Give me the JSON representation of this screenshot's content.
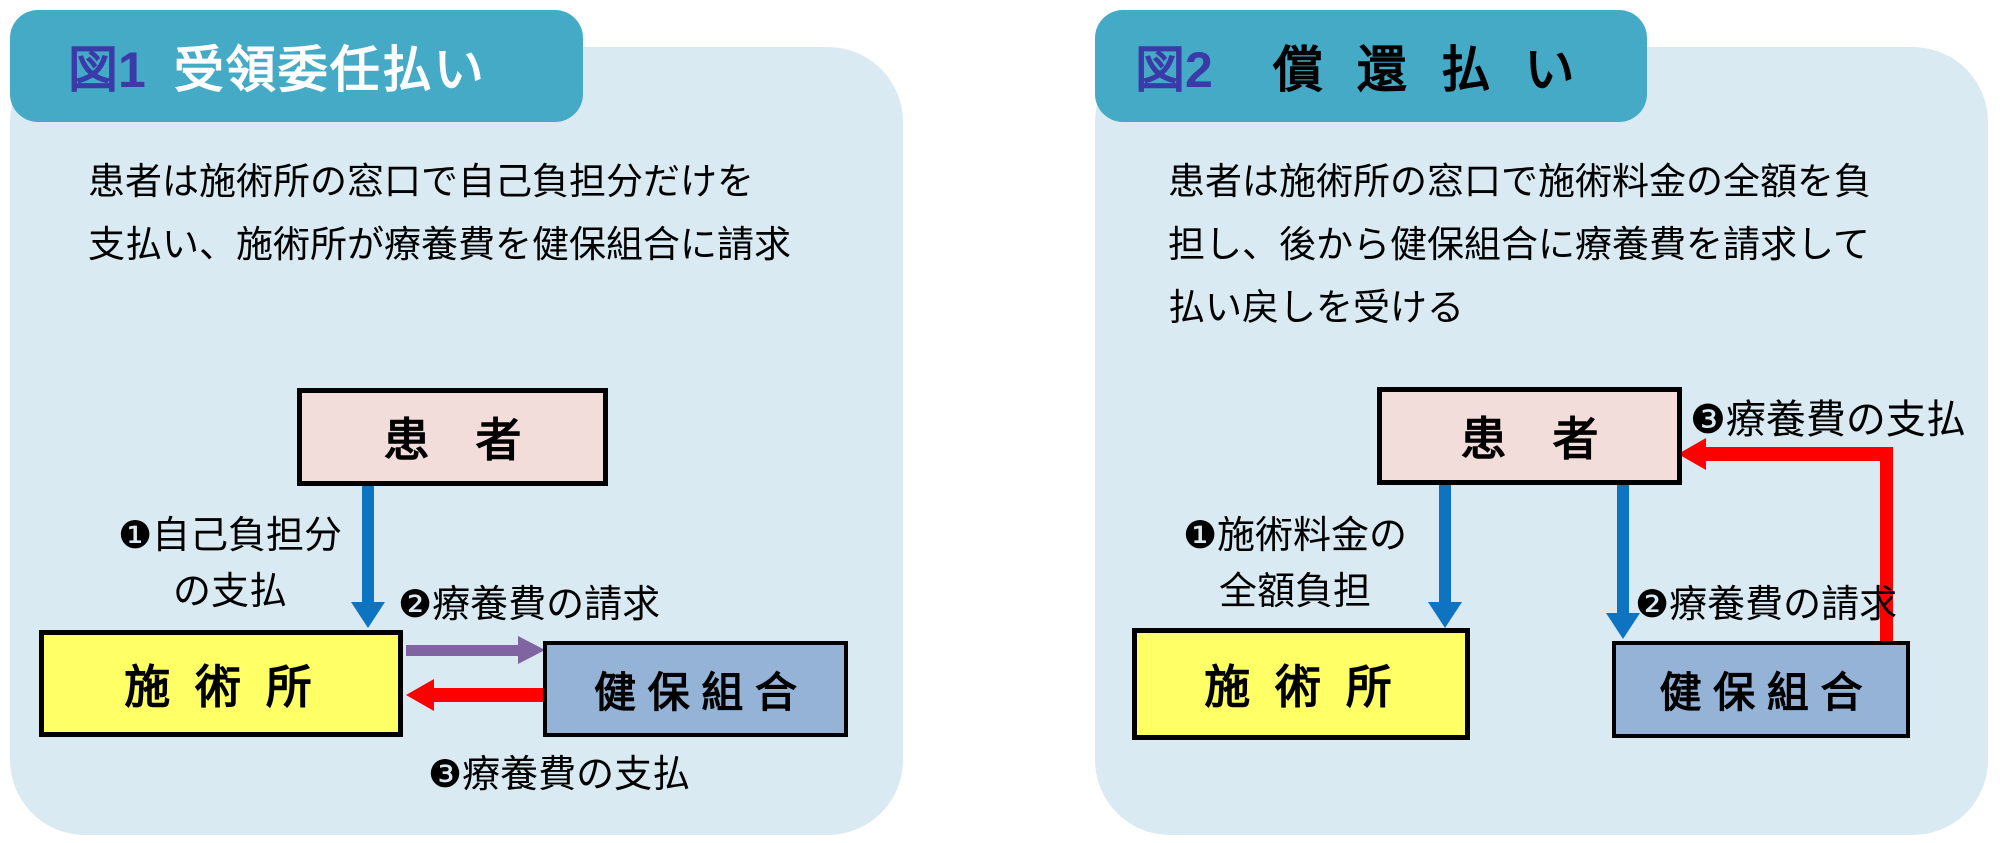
{
  "palette": {
    "card_bg": "#D9EAF2",
    "header_bg": "#45AAC6",
    "figure_number_color": "#3A3AA8",
    "figure1_title_color": "#FFFFFF",
    "figure2_title_color": "#000000",
    "patient_box": "#F2DDDB",
    "clinic_box": "#FFFF66",
    "insurer_box": "#95B3D7",
    "arrow_blue": "#0E74C2",
    "arrow_red": "#FF0000",
    "arrow_purple": "#8064A2"
  },
  "figure1": {
    "tag": "図1",
    "title": "受領委任払い",
    "description": {
      "line1": "患者は施術所の窓口で自己負担分だけを",
      "line2": "支払い、施術所が療養費を健保組合に請求"
    },
    "nodes": {
      "patient": "患　者",
      "clinic": "施 術 所",
      "insurer": "健 保 組 合"
    },
    "steps": {
      "step1_line1": "❶自己負担分",
      "step1_line2": "の支払",
      "step2": "❷療養費の請求",
      "step3": "❸療養費の支払"
    }
  },
  "figure2": {
    "tag": "図2",
    "title": "償 還 払 い",
    "description": {
      "line1": "患者は施術所の窓口で施術料金の全額を負",
      "line2": "担し、後から健保組合に療養費を請求して",
      "line3": "払い戻しを受ける"
    },
    "nodes": {
      "patient": "患　者",
      "clinic": "施 術 所",
      "insurer": "健 保 組 合"
    },
    "steps": {
      "step1_line1": "❶施術料金の",
      "step1_line2": "全額負担",
      "step2": "❷療養費の請求",
      "step3": "❸療養費の支払"
    }
  }
}
